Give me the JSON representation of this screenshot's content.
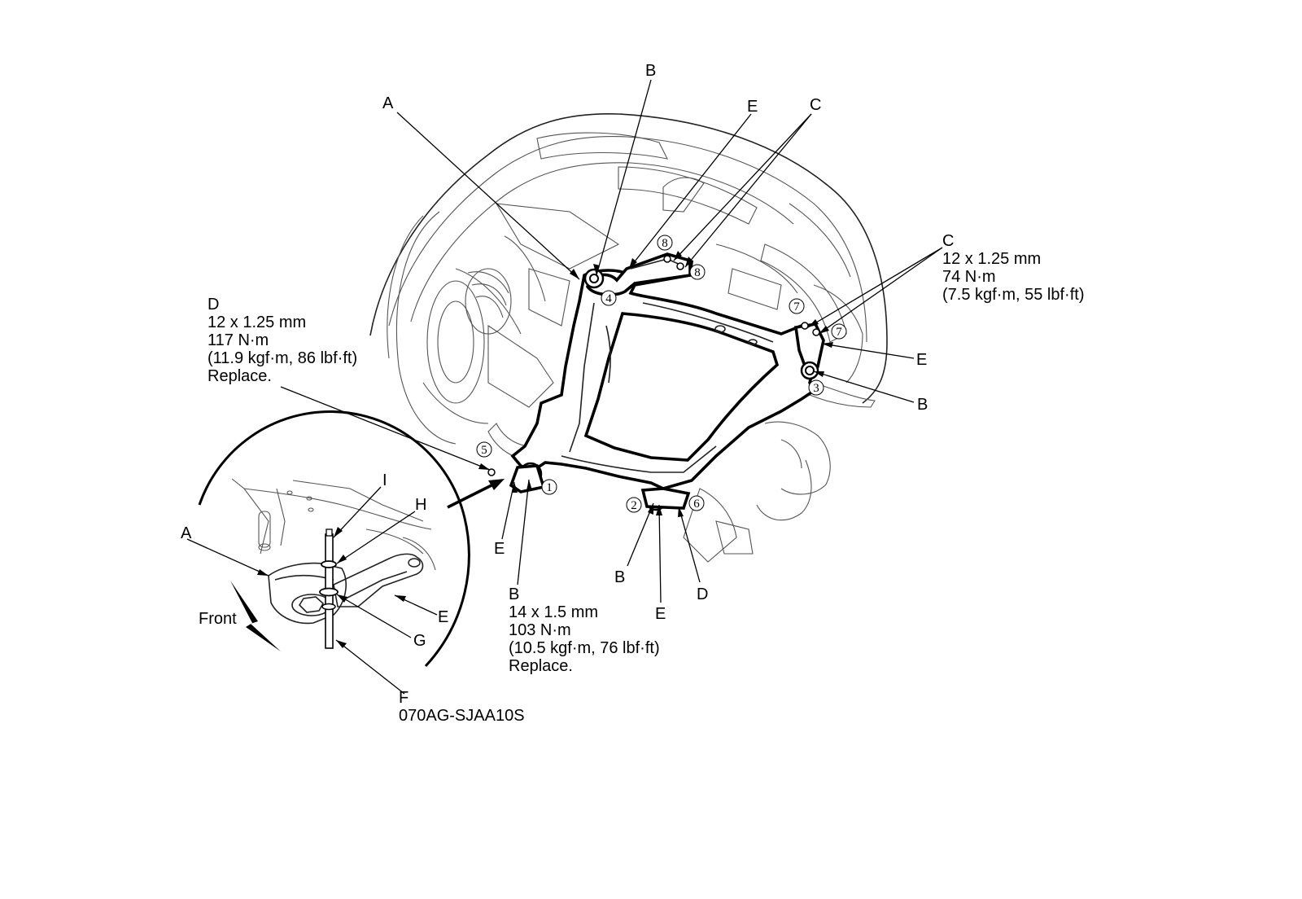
{
  "diagram": {
    "callouts": {
      "top_b": "B",
      "top_a": "A",
      "top_e": "E",
      "top_c": "C",
      "right_e": "E",
      "right_b": "B",
      "left_e": "E",
      "bottom_b": "B",
      "bottom_e": "E",
      "bottom_d": "D"
    },
    "specs": {
      "c_right": [
        "C",
        "12 x 1.25 mm",
        "74 N·m",
        "(7.5 kgf·m, 55 lbf·ft)"
      ],
      "d_left": [
        "D",
        "12 x 1.25 mm",
        "117 N·m",
        "(11.9 kgf·m, 86 lbf·ft)",
        "Replace."
      ],
      "b_bottom": [
        "B",
        "14 x 1.5 mm",
        "103 N·m",
        "(10.5 kgf·m, 76 lbf·ft)",
        "Replace."
      ]
    },
    "sequence_numbers": [
      "1",
      "2",
      "3",
      "4",
      "5",
      "6",
      "7",
      "7",
      "8",
      "8"
    ],
    "inset": {
      "labels": {
        "a": "A",
        "e": "E",
        "f": "F",
        "g": "G",
        "h": "H",
        "i": "I"
      },
      "front_label": "Front"
    },
    "figure_code": "070AG-SJAA10S"
  }
}
